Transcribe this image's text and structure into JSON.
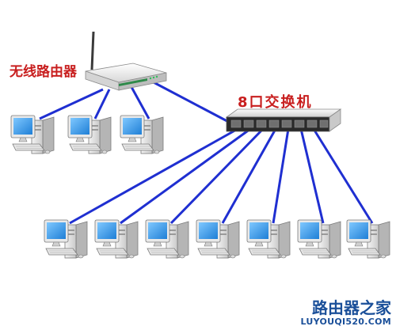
{
  "router": {
    "label": "无线路由器"
  },
  "switch": {
    "label": "8口交换机",
    "port_count": 8
  },
  "router_clients": {
    "count": 3
  },
  "switch_clients": {
    "count": 7
  },
  "watermark": {
    "brand": "路由器之家",
    "url": "LUYOUQI520.COM"
  },
  "colors": {
    "cable": "#1f2fd1",
    "label": "#c81e1e",
    "watermark": "#1a4f99"
  }
}
